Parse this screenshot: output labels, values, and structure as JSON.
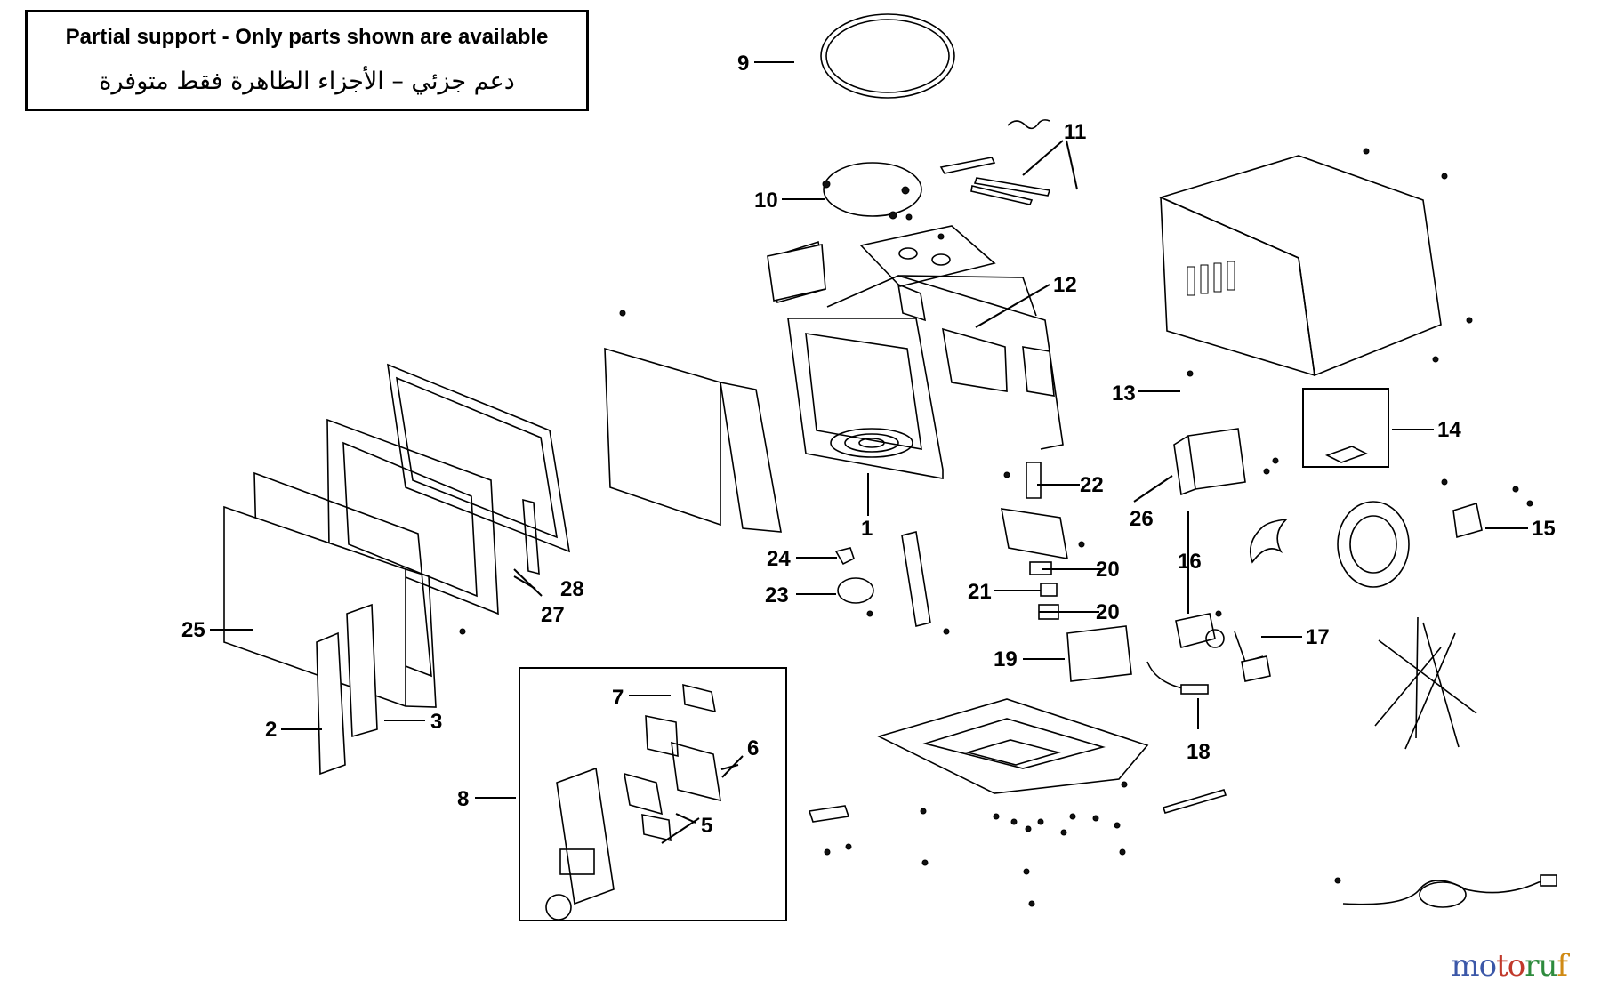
{
  "notice": {
    "english": "Partial support - Only parts shown are available",
    "arabic": "دعم جزئي – الأجزاء الظاهرة فقط متوفرة"
  },
  "callouts": [
    "1",
    "2",
    "3",
    "5",
    "6",
    "7",
    "8",
    "9",
    "10",
    "11",
    "12",
    "13",
    "14",
    "15",
    "16",
    "17",
    "18",
    "19",
    "20",
    "20",
    "21",
    "22",
    "23",
    "24",
    "25",
    "26",
    "27",
    "28"
  ],
  "watermark": {
    "brand": "motoruf",
    "parts": [
      "mo",
      "to",
      "ru",
      "f"
    ]
  }
}
